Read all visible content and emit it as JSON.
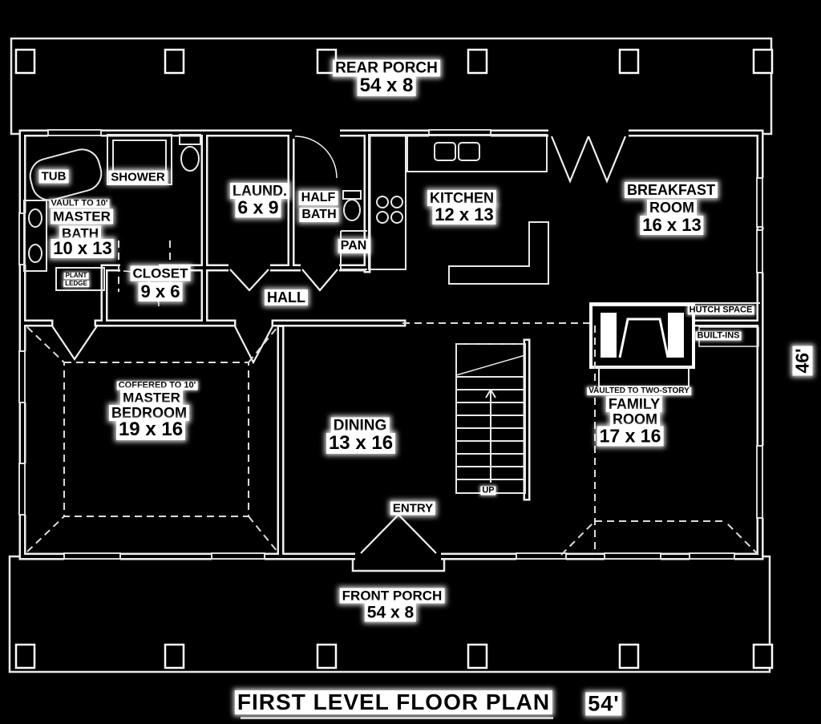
{
  "title": {
    "text": "FIRST LEVEL FLOOR PLAN",
    "width_dim": "54'",
    "height_dim": "46'"
  },
  "rear_porch": {
    "name": "REAR PORCH",
    "dims": "54 x 8"
  },
  "front_porch": {
    "name": "FRONT PORCH",
    "dims": "54 x 8"
  },
  "master_bath": {
    "note": "VAULT TO 10'",
    "line1": "MASTER",
    "line2": "BATH",
    "dims": "10 x 13"
  },
  "fixtures": {
    "tub": "TUB",
    "shower": "SHOWER",
    "plant_ledge_line1": "PLANT",
    "plant_ledge_line2": "LEDGE"
  },
  "closet": {
    "name": "CLOSET",
    "dims": "9 x 6"
  },
  "laundry": {
    "name": "LAUND.",
    "dims": "6 x 9"
  },
  "half_bath": {
    "line1": "HALF",
    "line2": "BATH"
  },
  "pantry": {
    "name": "PAN"
  },
  "kitchen": {
    "name": "KITCHEN",
    "dims": "12 x 13"
  },
  "breakfast": {
    "line1": "BREAKFAST",
    "line2": "ROOM",
    "dims": "16 x 13"
  },
  "hall": {
    "name": "HALL"
  },
  "hutch": {
    "name": "HUTCH SPACE"
  },
  "built_ins": {
    "name": "BUILT-INS"
  },
  "master_bedroom": {
    "note": "COFFERED TO 10'",
    "line1": "MASTER",
    "line2": "BEDROOM",
    "dims": "19 x 16"
  },
  "dining": {
    "name": "DINING",
    "dims": "13 x 16"
  },
  "family": {
    "note": "VAULTED TO TWO-STORY",
    "line1": "FAMILY",
    "line2": "ROOM",
    "dims": "17 x 16"
  },
  "stairs": {
    "direction": "UP"
  },
  "entry": {
    "name": "ENTRY"
  },
  "colors": {
    "background": "#000000",
    "line": "#f0f0f0",
    "label_bg": "#ffffff",
    "label_text": "#000000"
  }
}
